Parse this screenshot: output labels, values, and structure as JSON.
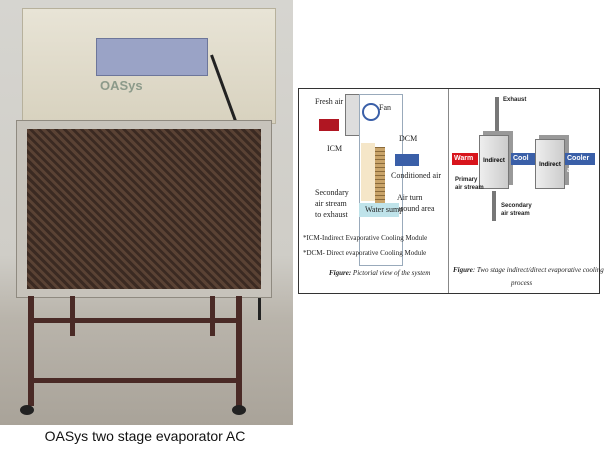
{
  "photo": {
    "logo_text": "OASys"
  },
  "diagram": {
    "left": {
      "fresh_air": "Fresh air",
      "fan": "Fan",
      "dcm": "DCM",
      "icm": "ICM",
      "conditioned_air": "Conditioned air",
      "secondary": [
        "Secondary",
        "air stream",
        "to exhaust"
      ],
      "air_turn": [
        "Air turn",
        "around area"
      ],
      "water_sump": "Water sump",
      "note1": "*ICM-Indirect Evaporative Cooling Module",
      "note2": "*DCM- Direct evaporative Cooling Module",
      "fig_label": "Figure:",
      "fig_caption": "Pictorial view of the system"
    },
    "right": {
      "exhaust": "Exhaust",
      "warm_air": "Warm air",
      "indirect1": "Indirect",
      "cool_air": "Cool air",
      "indirect2": "Indirect",
      "cooler_air": "Cooler air",
      "primary": [
        "Primary",
        "air stream"
      ],
      "secondary": [
        "Secondary",
        "air stream"
      ],
      "fig_label": "Figure",
      "fig_caption": ": Two stage indirect/direct evaporative cooling",
      "fig_caption2": "process"
    },
    "colors": {
      "warm": "#d8141c",
      "cool": "#3a5fa8",
      "fresh": "#b01622"
    }
  },
  "caption": "OASys two stage evaporator AC"
}
